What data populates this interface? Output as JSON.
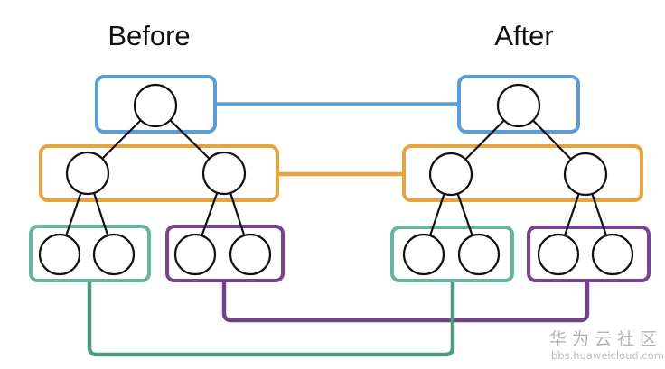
{
  "titles": {
    "before": "Before",
    "after": "After"
  },
  "watermark": {
    "brand": "华为云社区",
    "site": "bbs.huaweicloud.com"
  },
  "colors": {
    "level1_blue": "#5b9cd6",
    "level2_orange": "#e8a33d",
    "level3_teal_box": "#68b2a0",
    "level3_purple_box": "#7a4293",
    "link_blue": "#5b9cd6",
    "link_orange": "#e8a33d",
    "link_teal": "#4f9c85",
    "link_purple": "#74428b",
    "node_stroke": "#111111",
    "watermark_brand": "#b3b3b3",
    "watermark_site": "#c2c2c2"
  },
  "structure": {
    "trees": [
      "before",
      "after"
    ],
    "levels": [
      {
        "name": "root-group",
        "nodes": 1,
        "box_color": "#5b9cd6"
      },
      {
        "name": "internal-group",
        "nodes": 2,
        "box_color": "#e8a33d"
      },
      {
        "name": "left-leaf-group",
        "nodes": 2,
        "box_color": "#68b2a0"
      },
      {
        "name": "right-leaf-group",
        "nodes": 2,
        "box_color": "#7a4293"
      }
    ],
    "paired_links": [
      "root-group to root-group",
      "internal-group to internal-group",
      "left-leaf-group to left-leaf-group",
      "right-leaf-group to right-leaf-group"
    ]
  }
}
